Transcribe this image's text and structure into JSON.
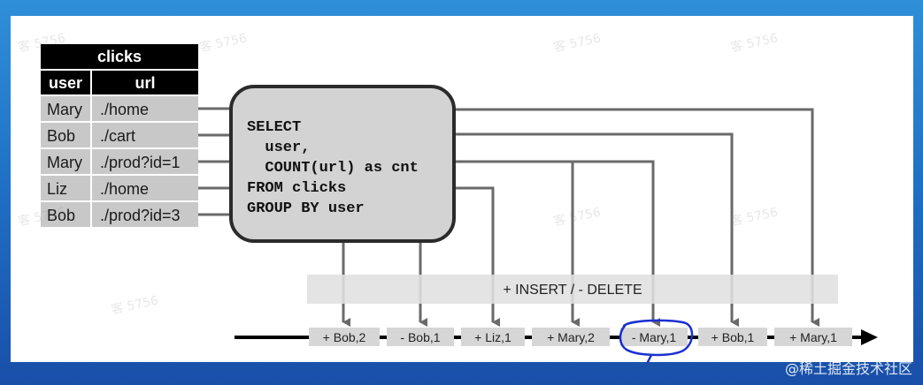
{
  "table": {
    "title": "clicks",
    "headers": [
      "user",
      "url"
    ],
    "rows": [
      [
        "Mary",
        "./home"
      ],
      [
        "Bob",
        "./cart"
      ],
      [
        "Mary",
        "./prod?id=1"
      ],
      [
        "Liz",
        "./home"
      ],
      [
        "Bob",
        "./prod?id=3"
      ]
    ]
  },
  "query": {
    "lines": [
      "SELECT",
      "  user,",
      "  COUNT(url) as cnt",
      "FROM clicks",
      "GROUP BY user"
    ]
  },
  "changelog": {
    "band_label": "+ INSERT / - DELETE",
    "events": [
      "+ Bob,2",
      "- Bob,1",
      "+ Liz,1",
      "+ Mary,2",
      "- Mary,1",
      "+ Bob,1",
      "+ Mary,1"
    ],
    "highlighted_event_index": 4
  },
  "watermark": {
    "brand": "@稀土掘金技术社区",
    "repeated": "客 5756"
  },
  "colors": {
    "header_bg": "#000000",
    "header_text": "#ffffff",
    "cell_bg": "#c8c8c8",
    "cell_text": "#1a1a1a",
    "query_box_bg": "#d3d3d3",
    "query_box_border": "#2b2b2b",
    "line_color": "#6a6a6a",
    "band_bg": "#e0e0e0",
    "event_bg": "#d6d6d6",
    "highlight": "#1a2fd0"
  }
}
